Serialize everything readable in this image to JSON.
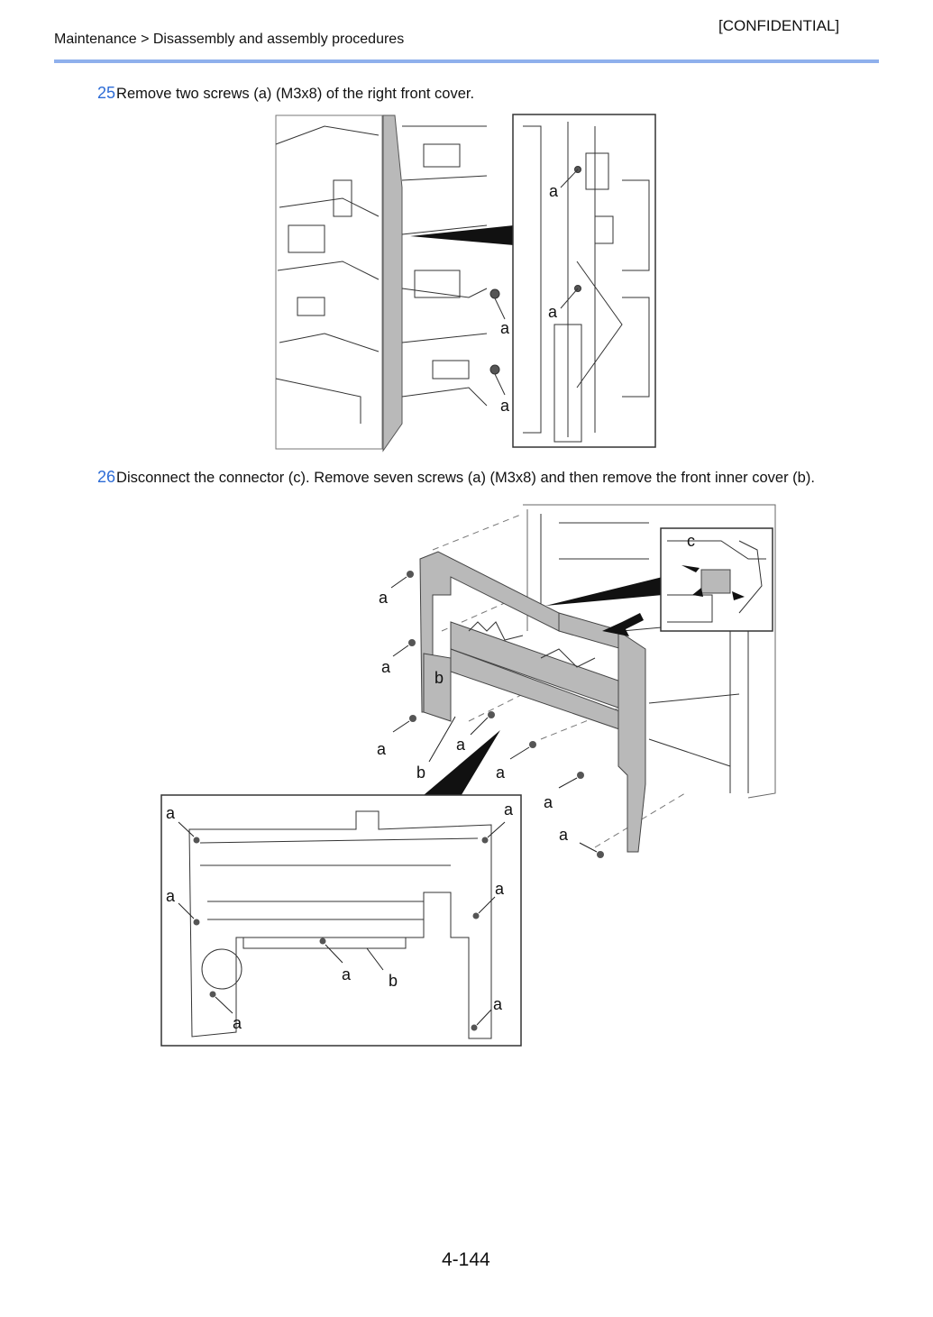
{
  "header": {
    "confidential": "[CONFIDENTIAL]",
    "breadcrumb": "Maintenance > Disassembly and assembly procedures"
  },
  "steps": [
    {
      "number": "25",
      "text": "Remove two screws (a) (M3x8) of the right front cover."
    },
    {
      "number": "26",
      "text": "Disconnect the connector (c). Remove seven screws (a) (M3x8) and then remove the front inner cover (b)."
    }
  ],
  "figure1": {
    "labels": [
      "a",
      "a",
      "a",
      "a"
    ]
  },
  "figure2": {
    "labels": [
      "c",
      "a",
      "a",
      "b",
      "a",
      "a",
      "b",
      "a",
      "a",
      "a"
    ],
    "detail_labels": [
      "a",
      "a",
      "a",
      "a",
      "a",
      "b",
      "a",
      "a"
    ]
  },
  "footer": {
    "page_number": "4-144"
  },
  "colors": {
    "accent_rule": "#8fb0ec",
    "step_number": "#2d6cd6",
    "part_fill": "#b9b9b9"
  }
}
